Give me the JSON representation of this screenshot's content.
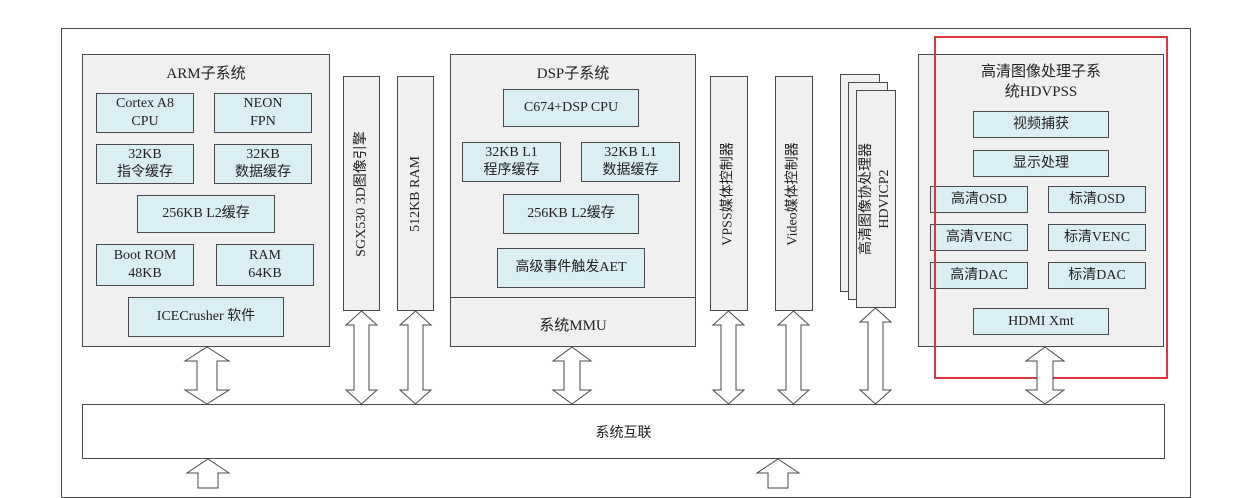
{
  "arm": {
    "title": "ARM子系统",
    "cortex": "Cortex A8\nCPU",
    "neon": "NEON\nFPN",
    "icache": "32KB\n指令缓存",
    "dcache": "32KB\n数据缓存",
    "l2": "256KB L2缓存",
    "bootrom": "Boot ROM\n48KB",
    "ram": "RAM\n64KB",
    "icecrusher": "ICECrusher 软件"
  },
  "sgx": "SGX530 3D图像引擎",
  "ram512": "512KB RAM",
  "dsp": {
    "title": "DSP子系统",
    "cpu": "C674+DSP CPU",
    "l1p": "32KB L1\n程序缓存",
    "l1d": "32KB L1\n数据缓存",
    "l2": "256KB L2缓存",
    "aet": "高级事件触发AET",
    "mmu": "系统MMU"
  },
  "vpss_ctrl": "VPSS媒体控制器",
  "video_ctrl": "Video媒体控制器",
  "hdvicp": {
    "line1": "高清图像协处理器",
    "line2": "HDVICP2"
  },
  "hdvpss": {
    "title": "高清图像处理子系\n统HDVPSS",
    "capture": "视频捕获",
    "display": "显示处理",
    "hd_osd": "高清OSD",
    "sd_osd": "标清OSD",
    "hd_venc": "高清VENC",
    "sd_venc": "标清VENC",
    "hd_dac": "高清DAC",
    "sd_dac": "标清DAC",
    "hdmi": "HDMI Xmt"
  },
  "interconnect": "系统互联",
  "colors": {
    "block_fill": "#dbeef4",
    "panel_fill": "#f0f0f0",
    "highlight": "#d9363e"
  }
}
